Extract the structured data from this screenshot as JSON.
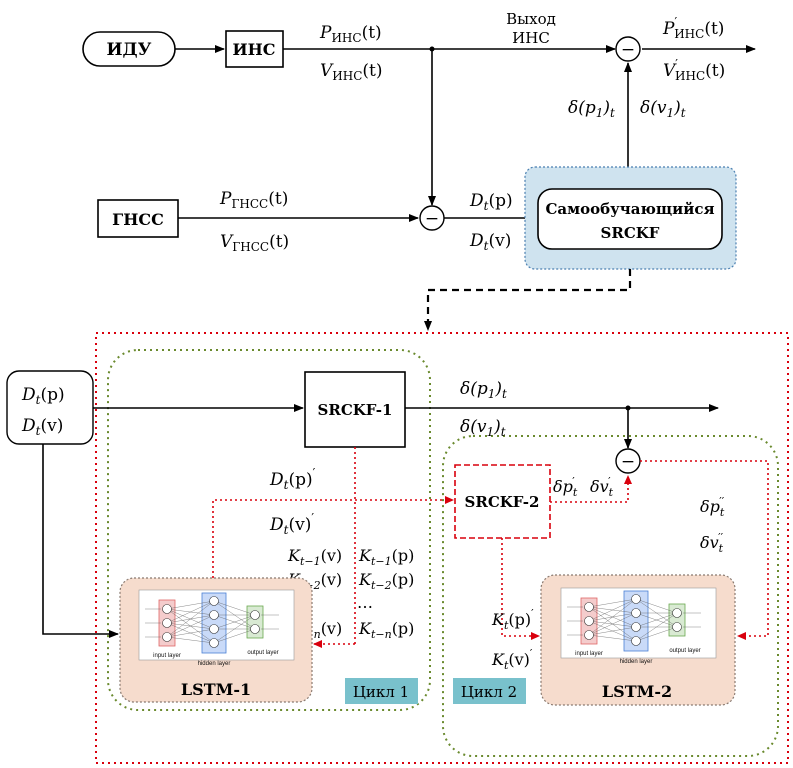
{
  "top": {
    "idu": "ИДУ",
    "ins": "ИНС",
    "gnss": "ГНСС",
    "p_ins": "P",
    "p_ins_sub": "ИНС",
    "p_ins_arg": "(t)",
    "v_ins": "V",
    "v_ins_sub": "ИНС",
    "v_ins_arg": "(t)",
    "output_line1": "Выход",
    "output_line2": "ИНС",
    "p_out": "P",
    "p_out_sup": "′",
    "p_out_sub": "ИНС",
    "p_out_arg": "(t)",
    "v_out": "V",
    "v_out_sup": "′",
    "v_out_sub": "ИНС",
    "v_out_arg": "(t)",
    "dp1": "δ(p",
    "dp1_sub1": "1",
    "dp1_close": ")",
    "dp1_sub2": "t",
    "dv1": "δ(v",
    "dv1_sub1": "1",
    "dv1_close": ")",
    "dv1_sub2": "t",
    "p_gnss": "P",
    "p_gnss_sub": "ГНСС",
    "p_gnss_arg": "(t)",
    "v_gnss": "V",
    "v_gnss_sub": "ГНСС",
    "v_gnss_arg": "(t)",
    "dtp": "D",
    "dtp_sub": "t",
    "dtp_arg": "(p)",
    "dtv": "D",
    "dtv_sub": "t",
    "dtv_arg": "(v)",
    "srckf_line1": "Самообучающийся",
    "srckf_line2": "SRCKF",
    "minus": "−"
  },
  "bottom": {
    "in_p": "D",
    "in_p_sub": "t",
    "in_p_arg": "(p)",
    "in_v": "D",
    "in_v_sub": "t",
    "in_v_arg": "(v)",
    "srckf1": "SRCKF-1",
    "srckf2": "SRCKF-2",
    "lstm1": "LSTM-1",
    "lstm2": "LSTM-2",
    "cycle1": "Цикл 1",
    "cycle2": "Цикл 2",
    "out_dp1": "δ(p",
    "out_dp1_sub1": "1",
    "out_dp1_close": ")",
    "out_dp1_sub2": "t",
    "out_dv1": "δ(v",
    "out_dv1_sub1": "1",
    "out_dv1_close": ")",
    "out_dv1_sub2": "t",
    "dtp_prime": "D",
    "dtp_prime_sub": "t",
    "dtp_prime_arg": "(p)",
    "dtp_prime_sup": "′",
    "dtv_prime": "D",
    "dtv_prime_sub": "t",
    "dtv_prime_arg": "(v)",
    "dtv_prime_sup": "′",
    "k1v": "K",
    "k1v_sub": "t−1",
    "k1v_arg": "(v)",
    "k1p": "K",
    "k1p_sub": "t−1",
    "k1p_arg": "(p)",
    "k2v": "K",
    "k2v_sub": "t−2",
    "k2v_arg": "(v)",
    "k2p": "K",
    "k2p_sub": "t−2",
    "k2p_arg": "(p)",
    "dots": "…",
    "knv": "K",
    "knv_sub": "t−n",
    "knv_arg": "(v)",
    "knp": "K",
    "knp_sub": "t−n",
    "knp_arg": "(p)",
    "dpt": "δp",
    "dpt_sub": "t",
    "dpt_sup": "′",
    "dvt": "δv",
    "dvt_sub": "t",
    "dvt_sup": "′",
    "dpt2": "δp",
    "dpt2_sub": "t",
    "dpt2_sup": "′′",
    "dvt2": "δv",
    "dvt2_sub": "t",
    "dvt2_sup": "′′",
    "ktp": "K",
    "ktp_sub": "t",
    "ktp_arg": "(p)",
    "ktp_sup": "′",
    "ktv": "K",
    "ktv_sub": "t",
    "ktv_arg": "(v)",
    "ktv_sup": "′",
    "nn_input": "input layer",
    "nn_hidden": "hidden layer",
    "nn_output": "output layer",
    "minus": "−"
  },
  "colors": {
    "srckf_fill": "#cfe3ef",
    "lstm_fill": "#f6dccd",
    "cycle_fill": "#79c1cc",
    "red_dotted": "#d9000d",
    "green_dotted": "#6a8a2e",
    "nn_input": "#e06666",
    "nn_hidden": "#4a7fd4",
    "nn_output": "#6aa84f"
  }
}
